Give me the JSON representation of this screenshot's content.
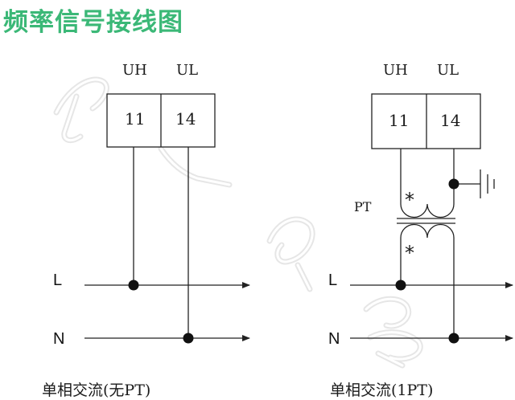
{
  "title": "频率信号接线图",
  "left_diagram": {
    "terminal_labels": [
      "UH",
      "UL"
    ],
    "terminal_numbers": [
      "11",
      "14"
    ],
    "bus_labels": [
      "L",
      "N"
    ],
    "caption": "单相交流(无PT)"
  },
  "right_diagram": {
    "terminal_labels": [
      "UH",
      "UL"
    ],
    "terminal_numbers": [
      "11",
      "14"
    ],
    "bus_labels": [
      "L",
      "N"
    ],
    "transformer_label": "PT",
    "polarity_marks": [
      "*",
      "*"
    ],
    "caption": "单相交流(1PT)"
  }
}
